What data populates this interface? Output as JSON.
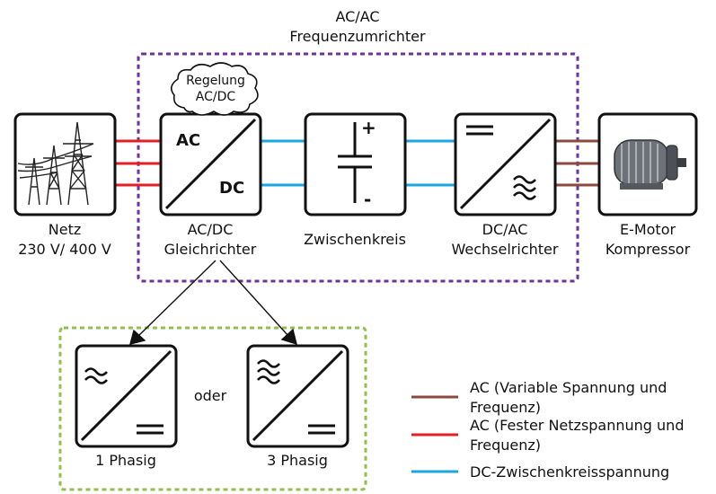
{
  "header": {
    "line1": "AC/AC",
    "line2": "Frequenzumrichter"
  },
  "cloud": {
    "line1": "Regelung",
    "line2": "AC/DC"
  },
  "blocks": {
    "netz": {
      "line1": "Netz",
      "line2": "230 V/ 400 V"
    },
    "rectifier": {
      "ac": "AC",
      "dc": "DC",
      "line1": "AC/DC",
      "line2": "Gleichrichter"
    },
    "dclink": {
      "label": "Zwischenkreis",
      "plus": "+",
      "minus": "-"
    },
    "inverter": {
      "line1": "DC/AC",
      "line2": "Wechselrichter"
    },
    "motor": {
      "line1": "E-Motor",
      "line2": "Kompressor"
    }
  },
  "options": {
    "single": "1 Phasig",
    "or": "oder",
    "three": "3 Phasig"
  },
  "legend": {
    "items": [
      {
        "line1": "AC (Variable Spannung und",
        "line2": "Frequenz)",
        "color": "#8b4a3e"
      },
      {
        "line1": "AC (Fester Netzspannung und",
        "line2": "Frequenz)",
        "color": "#e31e24"
      },
      {
        "line1": "DC-Zwischenkreisspannung",
        "line2": "",
        "color": "#1aa6e0"
      }
    ]
  },
  "colors": {
    "frame_purple": "#7030a0",
    "frame_green": "#92c050"
  }
}
